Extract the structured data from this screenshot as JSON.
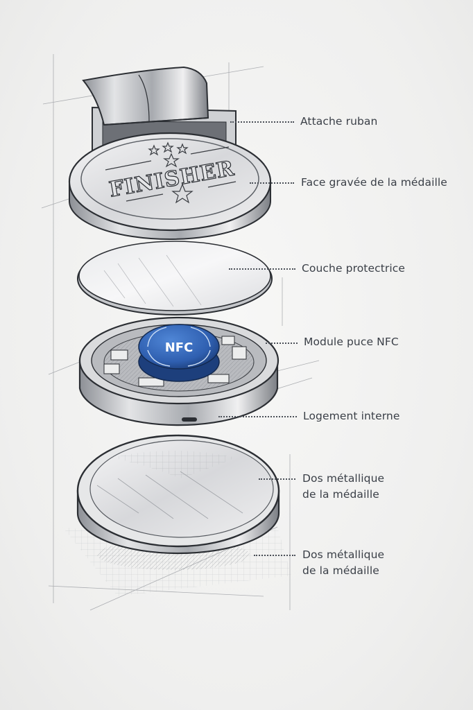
{
  "diagram": {
    "type": "exploded-view",
    "subject": "NFC finisher medal",
    "medal_face_text": "FINISHER",
    "chip_text": "NFC",
    "accent_color": "#2f5fb0",
    "ink_color": "#3a3f47",
    "labels": [
      {
        "id": "ribbon-attachment",
        "text": "Attache ruban"
      },
      {
        "id": "engraved-face",
        "text": "Face gravée de la médaille"
      },
      {
        "id": "protective-layer",
        "text": "Couche protectrice"
      },
      {
        "id": "nfc-chip-module",
        "text": "Module puce NFC"
      },
      {
        "id": "internal-housing",
        "text": "Logement interne"
      },
      {
        "id": "metal-back-1",
        "line1": "Dos métallique",
        "line2": "de la médaille"
      },
      {
        "id": "metal-back-2",
        "line1": "Dos métallique",
        "line2": "de la médaille"
      }
    ]
  }
}
